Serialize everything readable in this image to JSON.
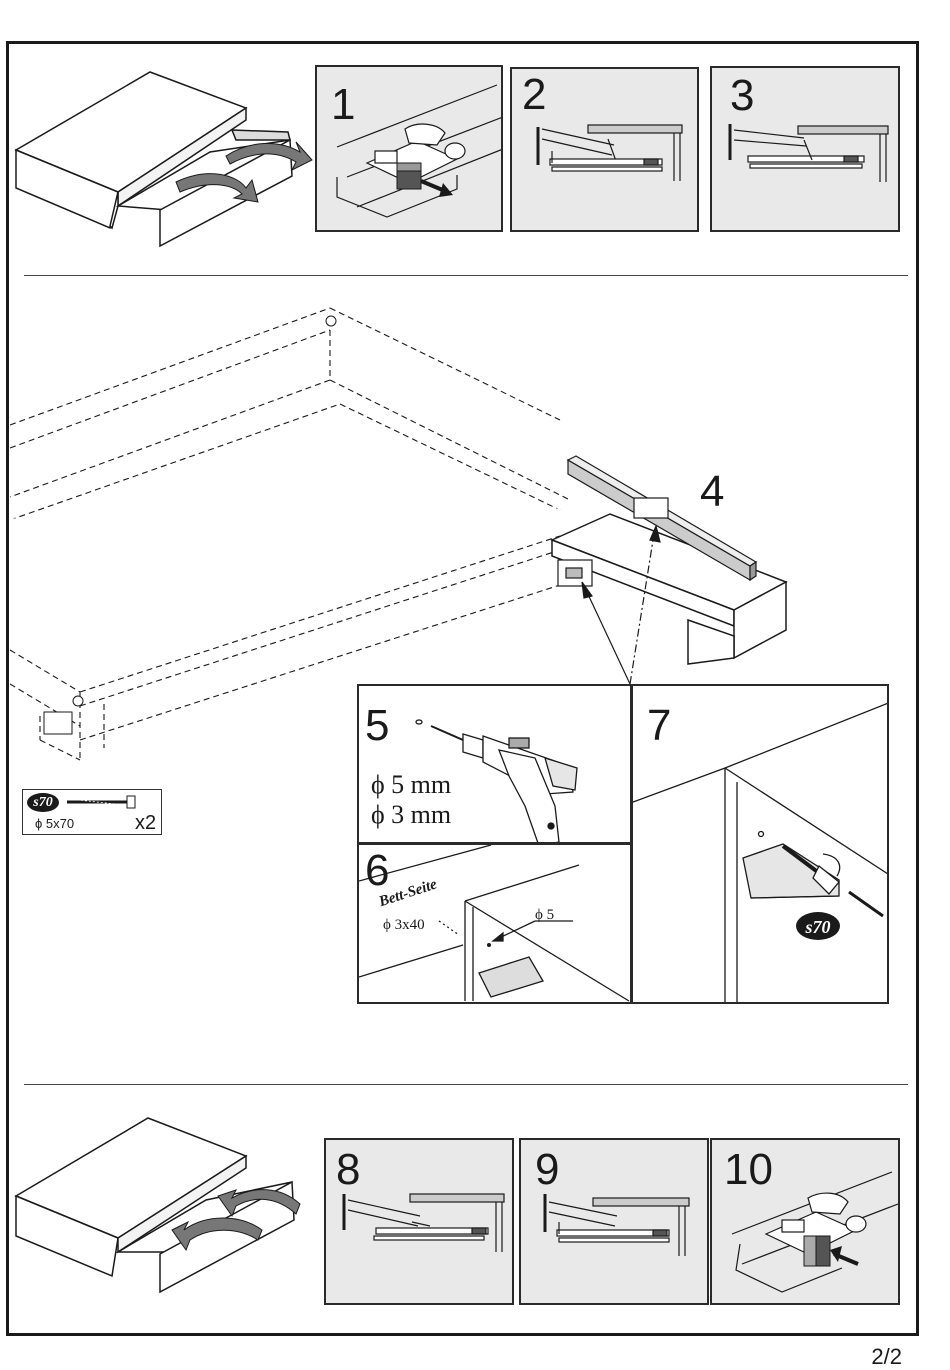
{
  "steps": {
    "s1": "1",
    "s2": "2",
    "s3": "3",
    "s4": "4",
    "s5": "5",
    "s6": "6",
    "s7": "7",
    "s8": "8",
    "s9": "9",
    "s10": "10"
  },
  "drill_sizes": {
    "d1": "ϕ 5 mm",
    "d2": "ϕ 3 mm"
  },
  "step6": {
    "side_label": "Bett-Seite",
    "screw_size": "ϕ 3x40",
    "hole": "ϕ 5"
  },
  "screw_spec": {
    "code": "s70",
    "size": "ϕ 5x70",
    "qty": "x2"
  },
  "step7_badge": "s70",
  "page_number": "2/2",
  "colors": {
    "line": "#1a1a1a",
    "panel_bg": "#e9e9e9",
    "arrow": "#555555"
  }
}
